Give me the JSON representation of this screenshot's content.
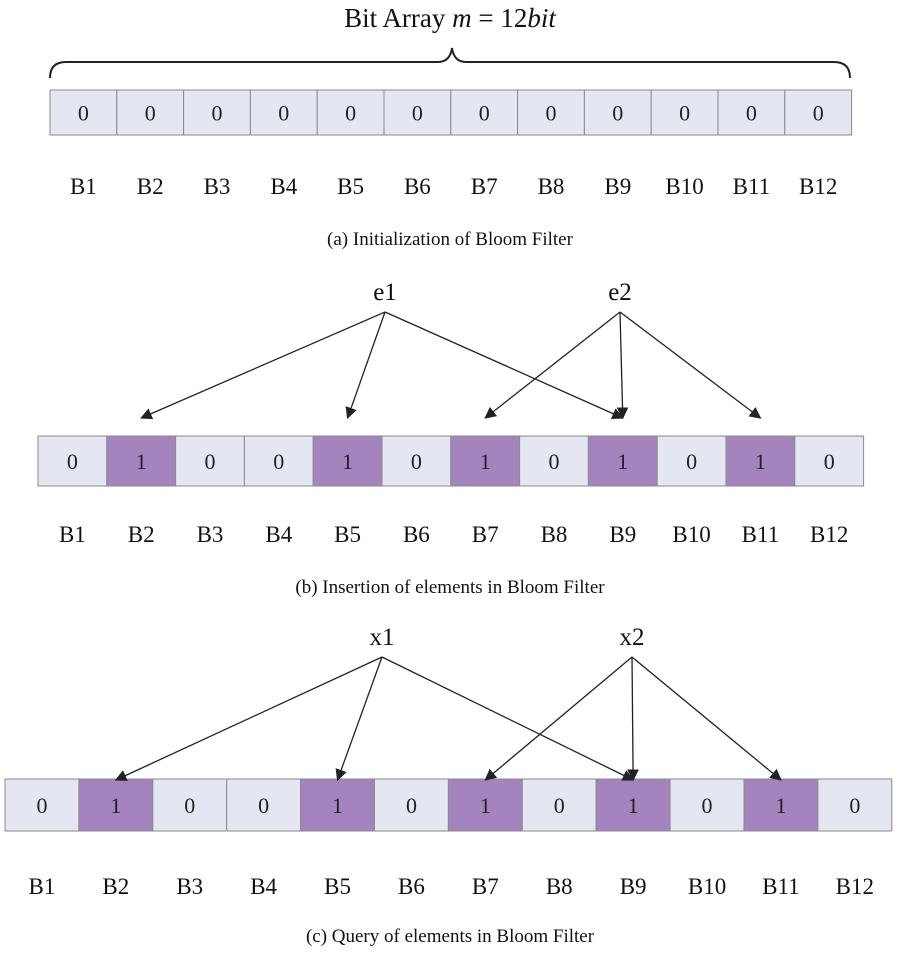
{
  "title": {
    "prefix": "Bit Array ",
    "m": "m",
    "eq": " = 12",
    "bit": "bit"
  },
  "colors": {
    "empty": "#e4e6f2",
    "filled": "#a483bf",
    "border": "#8a8a8a",
    "arrow": "#222222"
  },
  "labels": [
    "B1",
    "B2",
    "B3",
    "B4",
    "B5",
    "B6",
    "B7",
    "B8",
    "B9",
    "B10",
    "B11",
    "B12"
  ],
  "panels": [
    {
      "id": "a",
      "caption": "(a) Initialization of Bloom Filter",
      "bits": [
        0,
        0,
        0,
        0,
        0,
        0,
        0,
        0,
        0,
        0,
        0,
        0
      ],
      "elements": []
    },
    {
      "id": "b",
      "caption": "(b) Insertion of elements in Bloom Filter",
      "bits": [
        0,
        1,
        0,
        0,
        1,
        0,
        1,
        0,
        1,
        0,
        1,
        0
      ],
      "elements": [
        {
          "name": "e1",
          "targets": [
            2,
            5,
            9
          ]
        },
        {
          "name": "e2",
          "targets": [
            7,
            9,
            11
          ]
        }
      ]
    },
    {
      "id": "c",
      "caption": "(c) Query of elements in Bloom Filter",
      "bits": [
        0,
        1,
        0,
        0,
        1,
        0,
        1,
        0,
        1,
        0,
        1,
        0
      ],
      "elements": [
        {
          "name": "x1",
          "targets": [
            2,
            5,
            9
          ]
        },
        {
          "name": "x2",
          "targets": [
            7,
            9,
            11
          ]
        }
      ]
    }
  ]
}
